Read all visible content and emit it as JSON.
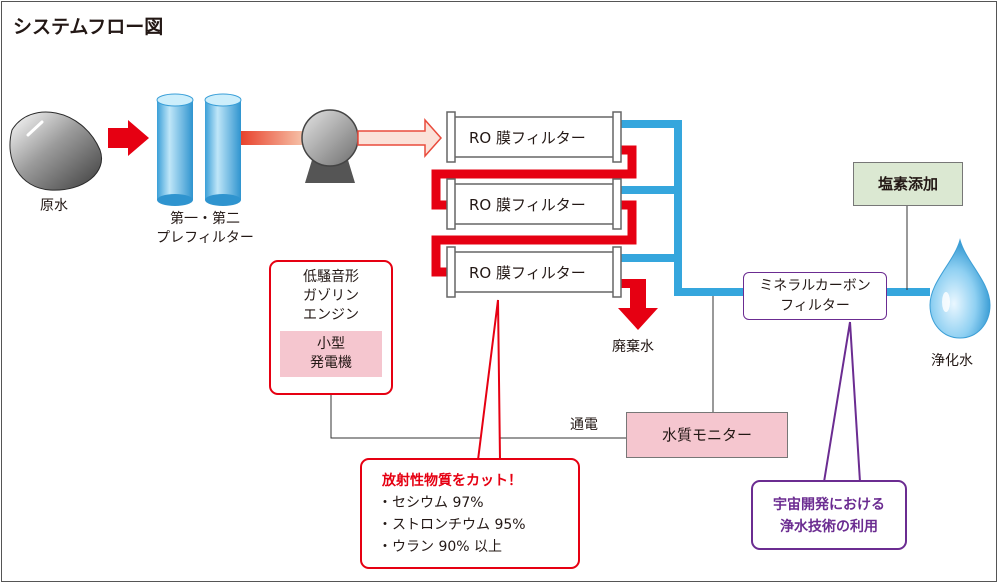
{
  "title": "システムフロー図",
  "raw_water": "原水",
  "prefilter": [
    "第一・第二",
    "プレフィルター"
  ],
  "ro_filters": [
    "RO 膜フィルター",
    "RO 膜フィルター",
    "RO 膜フィルター"
  ],
  "waste_water": "廃棄水",
  "chlorine": "塩素添加",
  "mineral_filter": [
    "ミネラルカーボン",
    "フィルター"
  ],
  "pure_water": "浄化水",
  "generator": {
    "engine": [
      "低騒音形",
      "ガゾリン",
      "エンジン"
    ],
    "unit": [
      "小型",
      "発電機"
    ]
  },
  "power_label": "通電",
  "monitor": "水質モニター",
  "radioactive": {
    "headline": "放射性物質をカット！",
    "items": [
      "・セシウム 97%",
      "・ストロンチウム 95%",
      "・ウラン 90% 以上"
    ]
  },
  "space_tech": [
    "宇宙開発における",
    "浄水技術の利用"
  ],
  "colors": {
    "red": "#e60012",
    "blue": "#35a6dd",
    "purple": "#6b2c91",
    "pink_fill": "#f5c6cf",
    "green_fill": "#dbe8d2"
  }
}
